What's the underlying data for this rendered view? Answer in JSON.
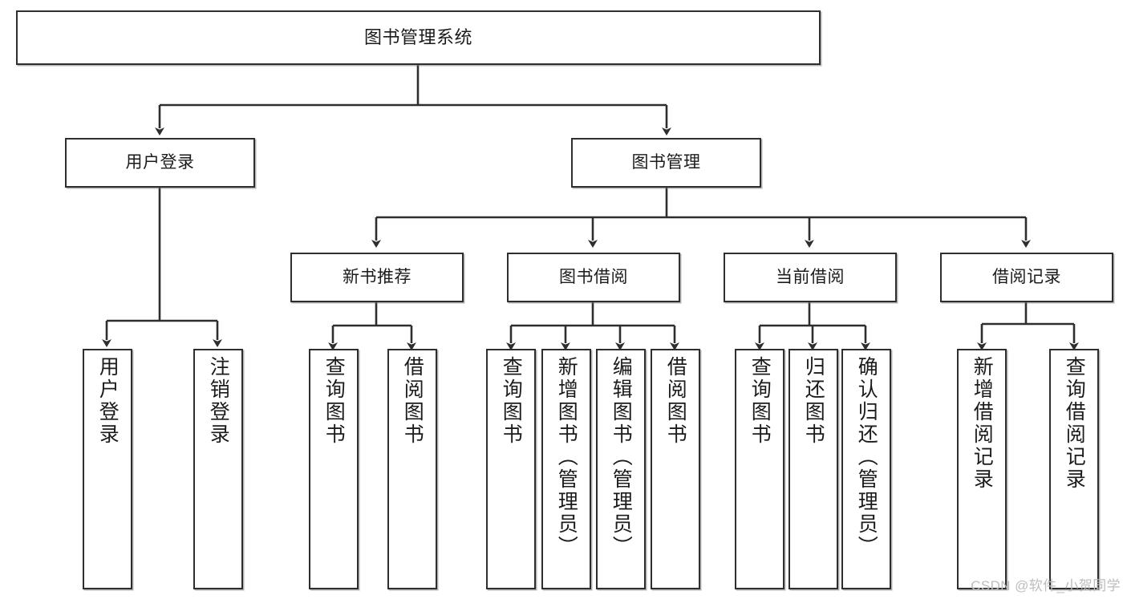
{
  "diagram": {
    "title": "图书管理系统",
    "type": "tree-structure-chart",
    "watermark": "CSDN @软件_小贺同学",
    "colors": {
      "node_border": "#2e2e2e",
      "node_fill": "#ffffff",
      "edge": "#2e2e2e",
      "text": "#1b1b1b",
      "watermark": "#bdbdbd",
      "background": "#ffffff"
    },
    "nodes": {
      "root": {
        "label": "图书管理系统"
      },
      "level2": [
        {
          "id": "user-login",
          "label": "用户登录"
        },
        {
          "id": "book-management",
          "label": "图书管理"
        }
      ],
      "level3": [
        {
          "id": "new-book-recommend",
          "label": "新书推荐"
        },
        {
          "id": "book-borrow",
          "label": "图书借阅"
        },
        {
          "id": "current-borrow",
          "label": "当前借阅"
        },
        {
          "id": "borrow-record",
          "label": "借阅记录"
        }
      ],
      "leaves": {
        "user_login": [
          {
            "id": "leaf-user-login",
            "label": "用户登录"
          },
          {
            "id": "leaf-logout-login",
            "label": "注销登录"
          }
        ],
        "new_book_recommend": [
          {
            "id": "leaf-query-book-1",
            "label": "查询图书"
          },
          {
            "id": "leaf-borrow-book-1",
            "label": "借阅图书"
          }
        ],
        "book_borrow": [
          {
            "id": "leaf-query-book-2",
            "label": "查询图书"
          },
          {
            "id": "leaf-add-book",
            "label": "新增图书（管理员）"
          },
          {
            "id": "leaf-edit-book",
            "label": "编辑图书（管理员）"
          },
          {
            "id": "leaf-borrow-book-2",
            "label": "借阅图书"
          }
        ],
        "current_borrow": [
          {
            "id": "leaf-query-book-3",
            "label": "查询图书"
          },
          {
            "id": "leaf-return-book",
            "label": "归还图书"
          },
          {
            "id": "leaf-confirm-return",
            "label": "确认归还（管理员）"
          }
        ],
        "borrow_record": [
          {
            "id": "leaf-add-record",
            "label": "新增借阅记录"
          },
          {
            "id": "leaf-query-record",
            "label": "查询借阅记录"
          }
        ]
      }
    }
  }
}
